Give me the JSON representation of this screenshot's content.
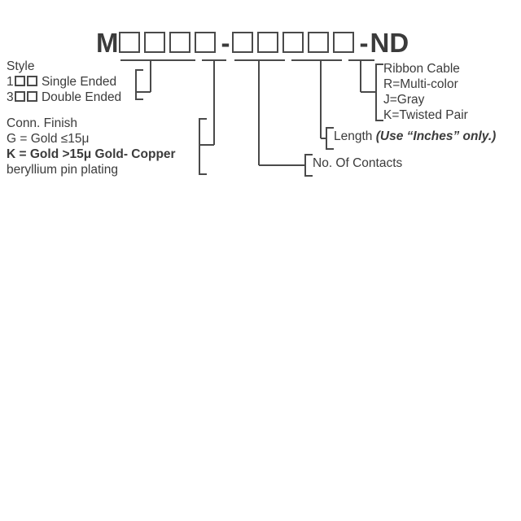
{
  "part_number": {
    "prefix": "M",
    "group1_boxes": 4,
    "separator1": "-",
    "group2_boxes": 5,
    "separator2": "-",
    "suffix": "ND"
  },
  "style": {
    "heading": "Style",
    "options": [
      {
        "code": "1",
        "boxes": 2,
        "label": "Single Ended"
      },
      {
        "code": "3",
        "boxes": 2,
        "label": "Double Ended"
      }
    ]
  },
  "conn_finish": {
    "heading": "Conn. Finish",
    "line_g": "G = Gold ≤15μ",
    "line_k_bold": "K = Gold >15μ Gold- Copper",
    "line_k_cont": "beryllium pin plating"
  },
  "cable": {
    "heading": "Ribbon Cable",
    "options": [
      "R=Multi-color",
      "J=Gray",
      "K=Twisted Pair"
    ]
  },
  "length": {
    "label": "Length",
    "note": "(Use “Inches” only.)"
  },
  "contacts": {
    "label": "No. Of Contacts"
  },
  "colors": {
    "text": "#3b3b3b",
    "line": "#4a4a4a",
    "background": "#ffffff"
  }
}
